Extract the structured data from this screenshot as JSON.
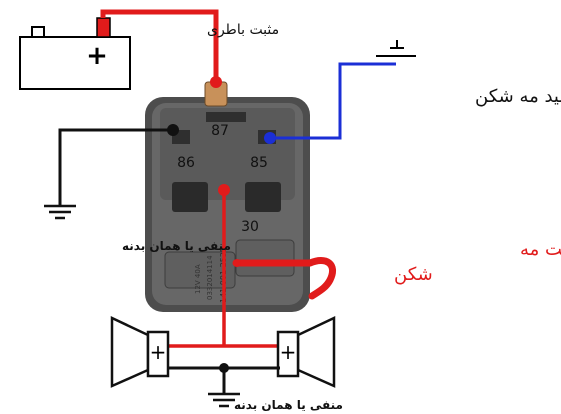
{
  "labels": {
    "battery_positive": "مثبت باطری",
    "fog_key": "کلید مه شکن",
    "ground_top": "منفی یا همان بدنه",
    "ground_bottom": "منفی یا همان بدنه",
    "relay_output_line1": "خروجی رله به سمت مه",
    "relay_output_line2": "شکن"
  },
  "battery": {
    "plus_symbol": "+",
    "minus_symbol": "-"
  },
  "relay": {
    "pin_87": "87",
    "pin_86": "86",
    "pin_85": "85",
    "pin_30": "30",
    "part_number": "141 001 253B",
    "spec_line_1": "12V 40A",
    "spec_line_2": "0332014114"
  },
  "lamps": {
    "left_plus": "+",
    "right_plus": "+"
  },
  "colors": {
    "red_wire": "#e11b1b",
    "blue_wire": "#1b2fd6",
    "black_wire": "#111111",
    "relay_body": "#525252",
    "relay_face": "#6a6a6a",
    "red_label": "#e11b1b"
  }
}
